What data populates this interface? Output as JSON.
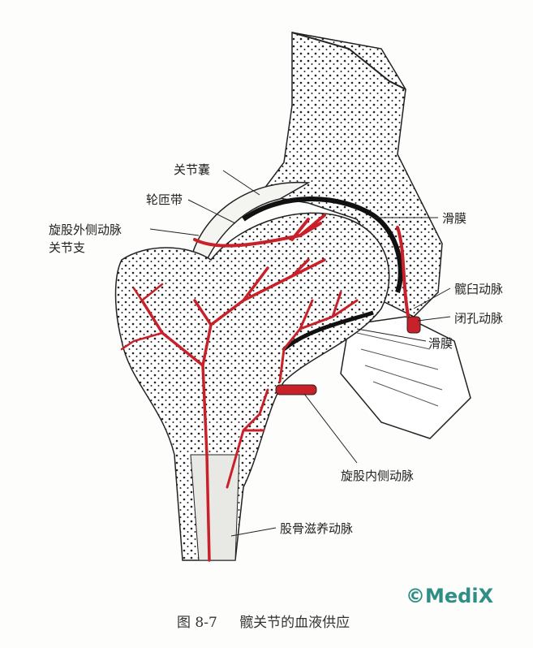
{
  "figure": {
    "labels": {
      "capsule": "关节囊",
      "zona_orbicularis": "轮匝带",
      "lateral_circumflex_1": "旋股外侧动脉",
      "lateral_circumflex_2": "关节支",
      "synovium_upper": "滑膜",
      "acetabular_artery": "髋臼动脉",
      "obturator_artery": "闭孔动脉",
      "synovium_lower": "滑膜",
      "medial_circumflex": "旋股内侧动脉",
      "nutrient_artery": "股骨滋养动脉"
    },
    "caption_number": "图 8-7",
    "caption_title": "髋关节的血液供应",
    "watermark": "©MediX",
    "colors": {
      "artery": "#c8212a",
      "watermark": "#2f8f86"
    }
  }
}
